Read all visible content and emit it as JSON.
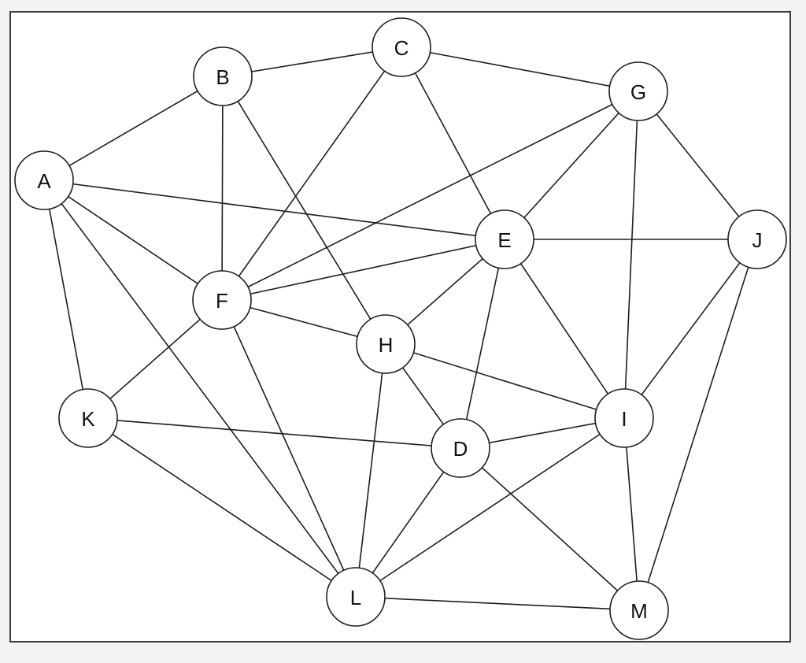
{
  "diagram": {
    "nodes": [
      {
        "id": "A",
        "label": "A"
      },
      {
        "id": "B",
        "label": "B"
      },
      {
        "id": "C",
        "label": "C"
      },
      {
        "id": "G",
        "label": "G"
      },
      {
        "id": "E",
        "label": "E"
      },
      {
        "id": "J",
        "label": "J"
      },
      {
        "id": "F",
        "label": "F"
      },
      {
        "id": "H",
        "label": "H"
      },
      {
        "id": "K",
        "label": "K"
      },
      {
        "id": "D",
        "label": "D"
      },
      {
        "id": "I",
        "label": "I"
      },
      {
        "id": "L",
        "label": "L"
      },
      {
        "id": "M",
        "label": "M"
      }
    ],
    "edges": [
      [
        "A",
        "B"
      ],
      [
        "A",
        "E"
      ],
      [
        "A",
        "F"
      ],
      [
        "A",
        "K"
      ],
      [
        "A",
        "L"
      ],
      [
        "B",
        "C"
      ],
      [
        "B",
        "F"
      ],
      [
        "B",
        "H"
      ],
      [
        "C",
        "G"
      ],
      [
        "C",
        "F"
      ],
      [
        "C",
        "E"
      ],
      [
        "G",
        "E"
      ],
      [
        "G",
        "F"
      ],
      [
        "G",
        "I"
      ],
      [
        "G",
        "J"
      ],
      [
        "E",
        "J"
      ],
      [
        "E",
        "F"
      ],
      [
        "E",
        "H"
      ],
      [
        "E",
        "D"
      ],
      [
        "E",
        "I"
      ],
      [
        "J",
        "I"
      ],
      [
        "J",
        "M"
      ],
      [
        "F",
        "H"
      ],
      [
        "F",
        "K"
      ],
      [
        "F",
        "L"
      ],
      [
        "H",
        "I"
      ],
      [
        "H",
        "D"
      ],
      [
        "H",
        "L"
      ],
      [
        "K",
        "D"
      ],
      [
        "K",
        "L"
      ],
      [
        "D",
        "I"
      ],
      [
        "D",
        "L"
      ],
      [
        "D",
        "M"
      ],
      [
        "I",
        "L"
      ],
      [
        "I",
        "M"
      ],
      [
        "L",
        "M"
      ]
    ]
  }
}
